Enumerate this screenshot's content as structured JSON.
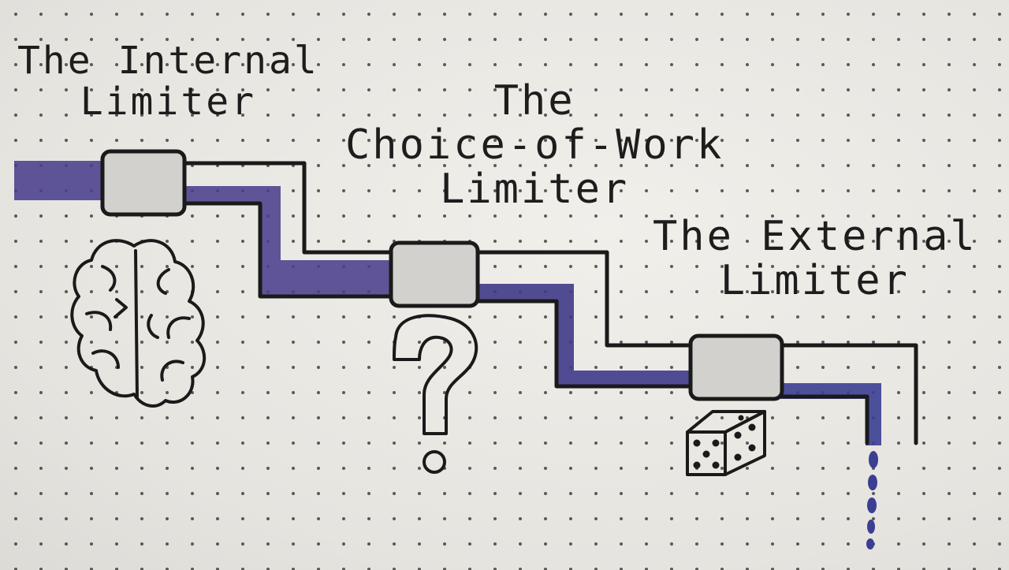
{
  "labels": {
    "internal": {
      "line1": "The Internal",
      "line2": "Limiter",
      "icon": "brain-icon"
    },
    "choice": {
      "line1": "The",
      "line2": "Choice-of-Work",
      "line3": "Limiter",
      "icon": "question-mark-icon"
    },
    "external": {
      "line1": "The External",
      "line2": "Limiter",
      "icon": "dice-icon"
    }
  },
  "colors": {
    "paper": "#e9e7e2",
    "ink": "#1a1a1a",
    "flow": "#4a3f8c",
    "valve": "#d2d1cd",
    "dot": "#2a2a2a"
  }
}
